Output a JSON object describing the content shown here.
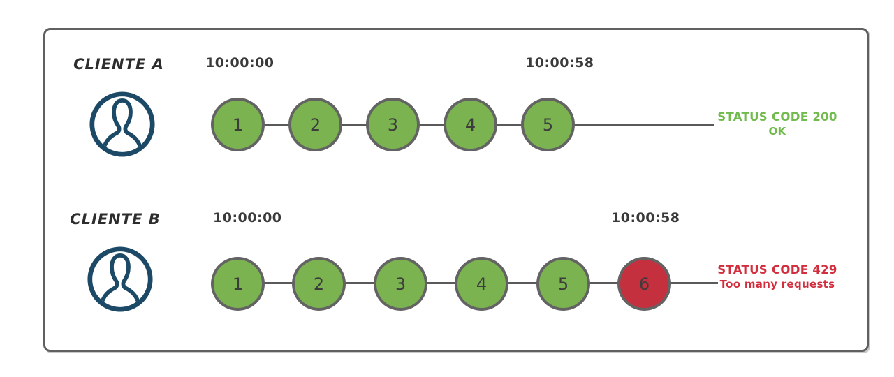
{
  "colors": {
    "request_ok_fill": "#7ab350",
    "request_blocked_fill": "#c5303e",
    "status_success_text": "#71bb4e",
    "status_error_text": "#d22f3e",
    "connector_line": "#5a5a5a",
    "circle_border": "#636363",
    "frame_border": "#606060",
    "client_icon_blue": "#1c4966",
    "timestamp_text": "#3a3a3a"
  },
  "rows": [
    {
      "client_label": "CLIENTE A",
      "start_time": "10:00:00",
      "end_time": "10:00:58",
      "requests": [
        {
          "label": "1",
          "state": "ok"
        },
        {
          "label": "2",
          "state": "ok"
        },
        {
          "label": "3",
          "state": "ok"
        },
        {
          "label": "4",
          "state": "ok"
        },
        {
          "label": "5",
          "state": "ok"
        }
      ],
      "status_line1": "STATUS CODE 200",
      "status_line2": "OK"
    },
    {
      "client_label": "CLIENTE B",
      "start_time": "10:00:00",
      "end_time": "10:00:58",
      "requests": [
        {
          "label": "1",
          "state": "ok"
        },
        {
          "label": "2",
          "state": "ok"
        },
        {
          "label": "3",
          "state": "ok"
        },
        {
          "label": "4",
          "state": "ok"
        },
        {
          "label": "5",
          "state": "ok"
        },
        {
          "label": "6",
          "state": "blocked"
        }
      ],
      "status_line1": "STATUS CODE 429",
      "status_line2": "Too many requests"
    }
  ]
}
